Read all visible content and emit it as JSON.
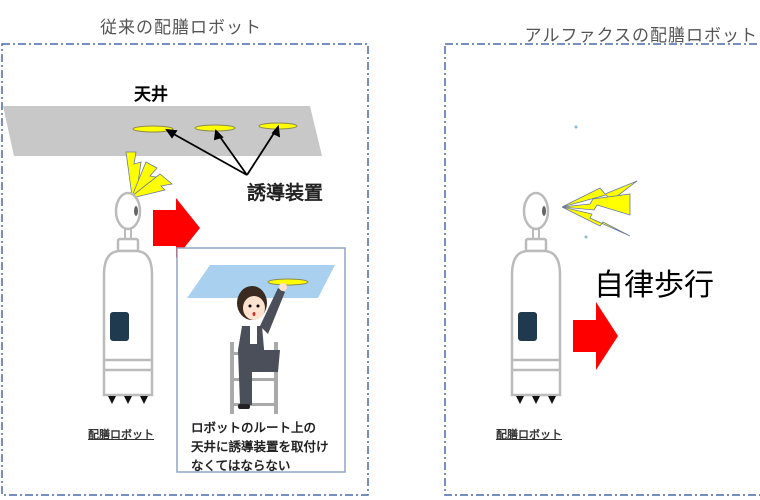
{
  "left_panel": {
    "title": "従来の配膳ロボット",
    "ceiling_label": "天井",
    "guide_device_label": "誘導装置",
    "robot_label": "配膳ロボット",
    "note_lines": [
      "ロボットのルート上の",
      "天井に誘導装置を取付け",
      "なくてはならない"
    ]
  },
  "right_panel": {
    "title": "アルファクスの配膳ロボット",
    "robot_label": "配膳ロボット",
    "autonomous_label": "自律歩行"
  },
  "colors": {
    "frame": "#4a6aa8",
    "arrow": "#ff0000",
    "bolt": "#ffff00",
    "ceiling": "#c8c8c8",
    "ceiling_blue": "#a9d1ef",
    "robot_window": "#1f3a4f"
  }
}
